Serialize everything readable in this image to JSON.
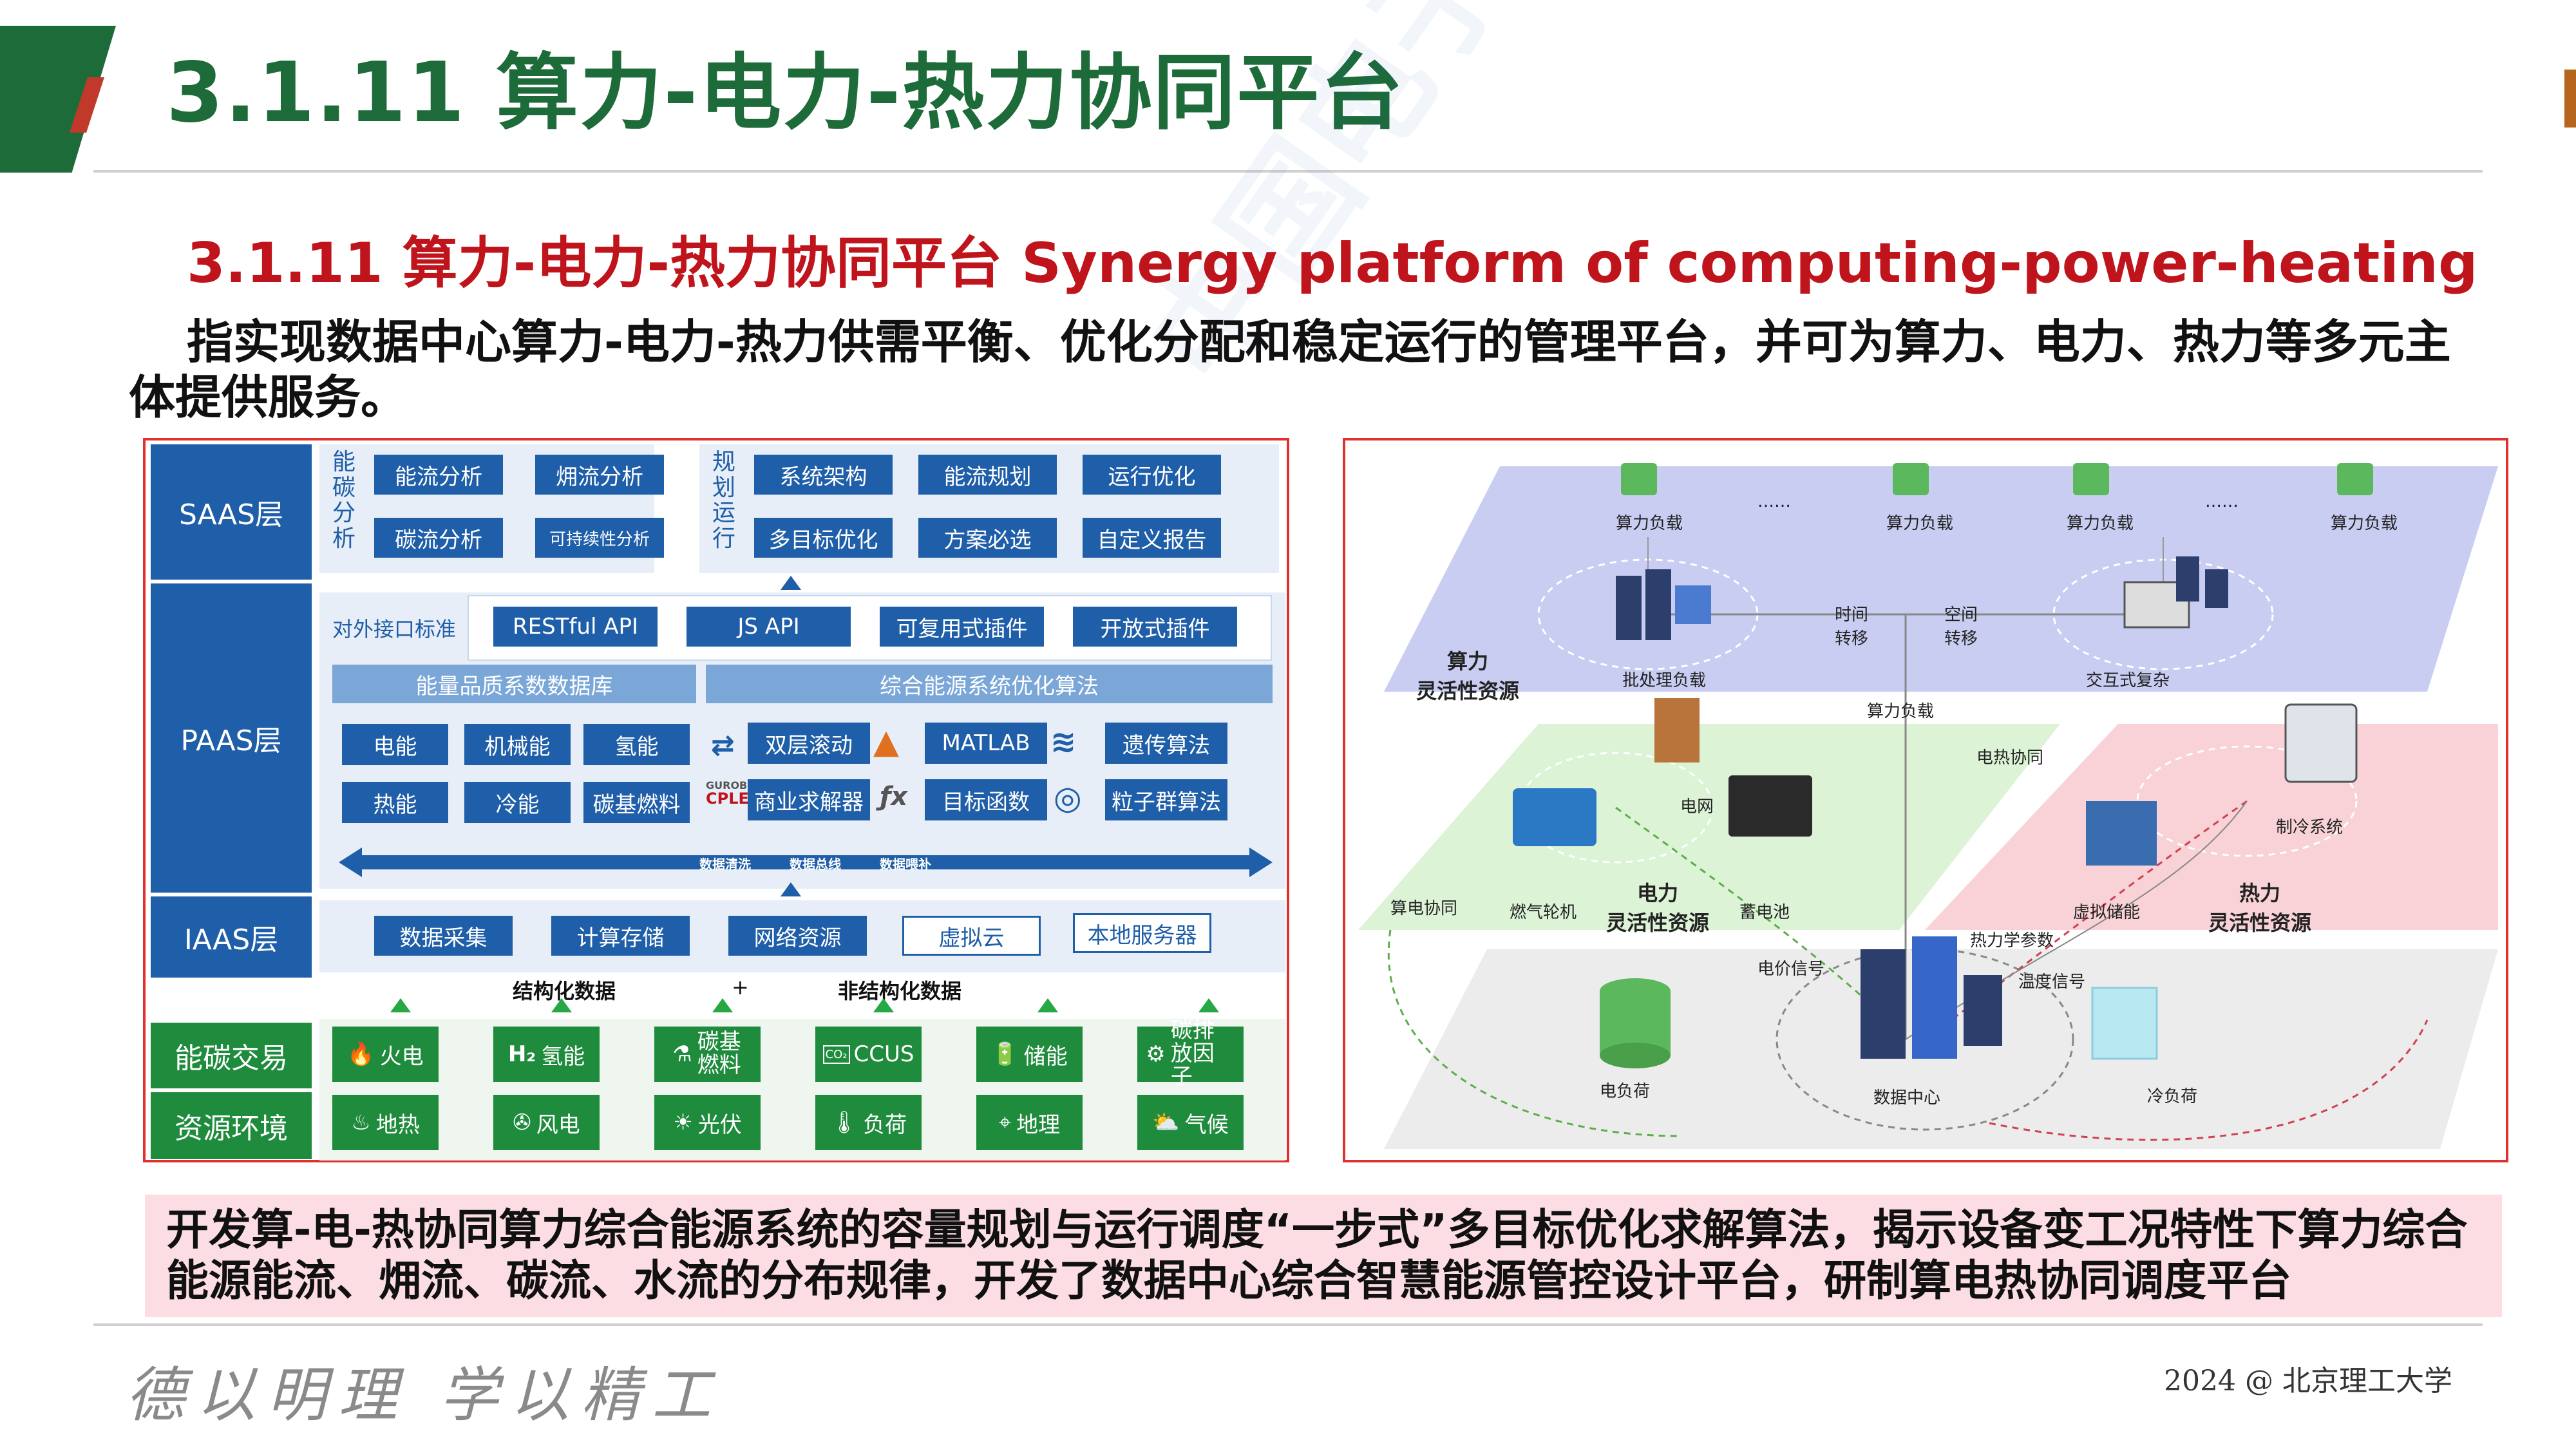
{
  "header": {
    "title": "3.1.11  算力-电力-热力协同平台"
  },
  "subtitle": "3.1.11 算力-电力-热力协同平台 Synergy platform of computing-power-heating",
  "intro": "指实现数据中心算力-电力-热力供需平衡、优化分配和稳定运行的管理平台，并可为算力、电力、热力等多元主体提供服务。",
  "architecture": {
    "layers": {
      "saas": "SAAS层",
      "paas": "PAAS层",
      "iaas": "IAAS层",
      "trade": "能碳交易",
      "env": "资源环境"
    },
    "saas": {
      "group1_label": [
        "能",
        "碳",
        "分",
        "析"
      ],
      "group1": [
        "能流分析",
        "㶲流分析",
        "碳流分析",
        "可持续性分析"
      ],
      "group2_label": [
        "规",
        "划",
        "运",
        "行"
      ],
      "group2": [
        "系统架构",
        "能流规划",
        "运行优化",
        "多目标优化",
        "方案必选",
        "自定义报告"
      ]
    },
    "paas": {
      "interface_label": "对外接口标准",
      "interfaces": [
        "RESTful API",
        "JS API",
        "可复用式插件",
        "开放式插件"
      ],
      "db_title": "能量品质系数数据库",
      "db_items": [
        "电能",
        "机械能",
        "氢能",
        "热能",
        "冷能",
        "碳基燃料"
      ],
      "algo_title": "综合能源系统优化算法",
      "algo_items": [
        "双层滚动",
        "MATLAB",
        "遗传算法",
        "商业求解器",
        "目标函数",
        "粒子群算法"
      ],
      "gurobi": "GUROBI",
      "cplex": "CPLEX",
      "flow": [
        "数据清洗",
        "数据总线",
        "数据喂补"
      ]
    },
    "iaas": [
      "数据采集",
      "计算存储",
      "网络资源",
      "虚拟云",
      "本地服务器"
    ],
    "data_labels": {
      "structured": "结构化数据",
      "plus": "+",
      "unstructured": "非结构化数据"
    },
    "trade": [
      "火电",
      "氢能",
      "碳基燃料",
      "CCUS",
      "储能",
      "碳排放因子"
    ],
    "trade_prefix": {
      "h2": "H₂",
      "co2": "CO₂"
    },
    "env": [
      "地热",
      "风电",
      "光伏",
      "负荷",
      "地理",
      "气候"
    ]
  },
  "diagram": {
    "top": {
      "loads": [
        "算力负载",
        "算力负载",
        "算力负载",
        "算力负载"
      ],
      "dots": [
        "……",
        "……"
      ],
      "batch": "批处理负载",
      "interactive": "交互式复杂",
      "time_shift": "时间\n转移",
      "space_shift": "空间\n转移",
      "resource_label": "算力\n灵活性资源"
    },
    "mid": {
      "compute_load": "算力负载",
      "heat_sync": "电热协同",
      "grid": "电网",
      "gas": "燃气轮机",
      "battery": "蓄电池",
      "calc_sync": "算电协同",
      "resource_label": "电力\n灵活性资源"
    },
    "right": {
      "cooling": "制冷系统",
      "virtual_storage": "虚拟储能",
      "thermo": "热力学参数",
      "resource_label": "热力\n灵活性资源"
    },
    "bottom": {
      "price_signal": "电价信号",
      "temp_signal": "温度信号",
      "elec_load": "电负荷",
      "datacenter": "数据中心",
      "cold_load": "冷负荷"
    }
  },
  "conclusion": "开发算-电-热协同算力综合能源系统的容量规划与运行调度“一步式”多目标优化求解算法，揭示设备变工况特性下算力综合能源能流、㶲流、碳流、水流的分布规律，开发了数据中心综合智慧能源管控设计平台，研制算电热协同调度平台",
  "footer": {
    "motto": "德以明理  学以精工",
    "copyright": "2024 @ 北京理工大学"
  },
  "watermark": "中国电子节能技术协会数据中心节能技术委员会",
  "colors": {
    "brand_green": "#1e6b3a",
    "accent_red": "#c0141c",
    "layer_blue": "#1f5ea8",
    "env_green": "#1f8b3c",
    "conclusion_bg": "#fbdde3"
  }
}
